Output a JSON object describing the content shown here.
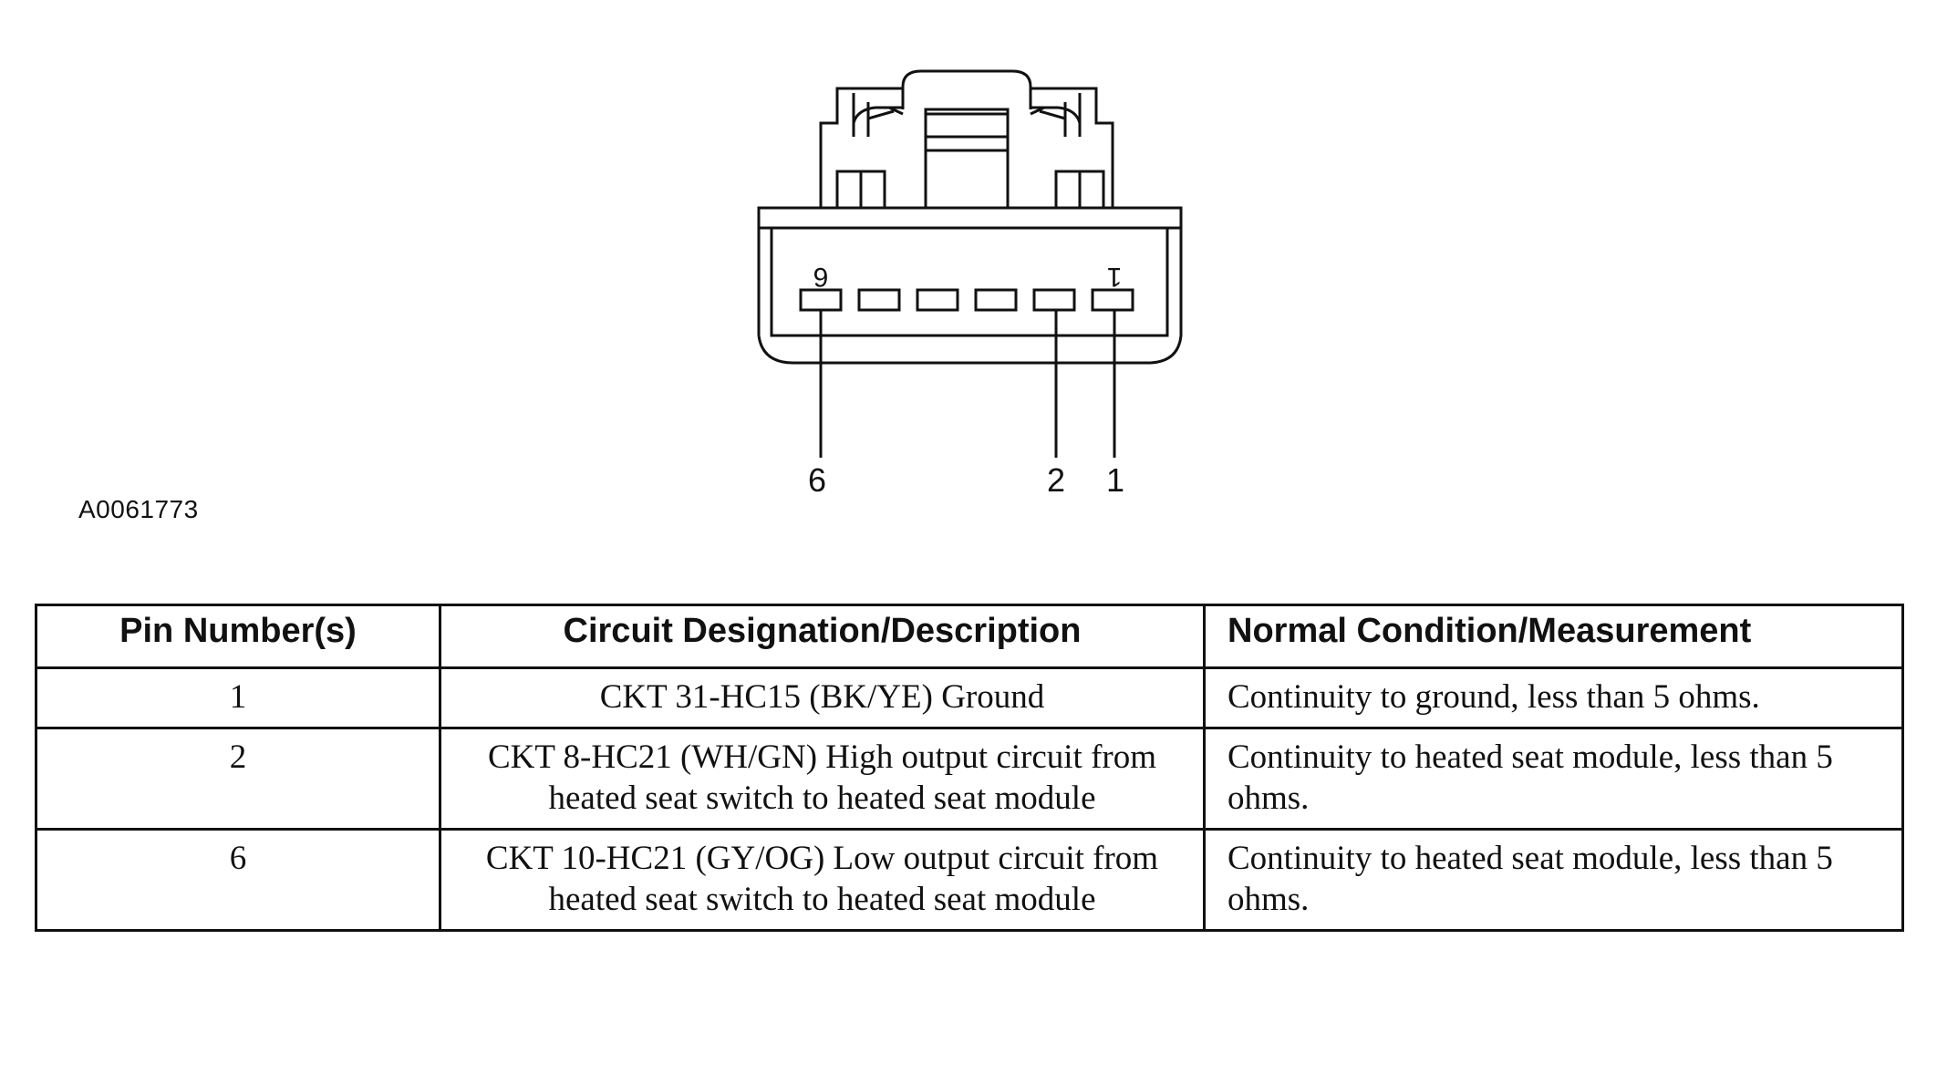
{
  "figure": {
    "reference_id": "A0061773",
    "connector_molded_labels": [
      "6",
      "1"
    ],
    "callouts": [
      "6",
      "2",
      "1"
    ]
  },
  "table": {
    "headers": [
      "Pin Number(s)",
      "Circuit Designation/Description",
      "Normal Condition/Measurement"
    ],
    "rows": [
      {
        "pin": "1",
        "description": "CKT 31-HC15 (BK/YE) Ground",
        "condition": "Continuity to ground, less than 5 ohms."
      },
      {
        "pin": "2",
        "description": "CKT 8-HC21 (WH/GN) High output circuit from heated seat switch to heated seat module",
        "condition": "Continuity to heated seat module, less than 5 ohms."
      },
      {
        "pin": "6",
        "description": "CKT 10-HC21 (GY/OG) Low output circuit from heated seat switch to heated seat module",
        "condition": "Continuity to heated seat module, less than 5 ohms."
      }
    ]
  }
}
